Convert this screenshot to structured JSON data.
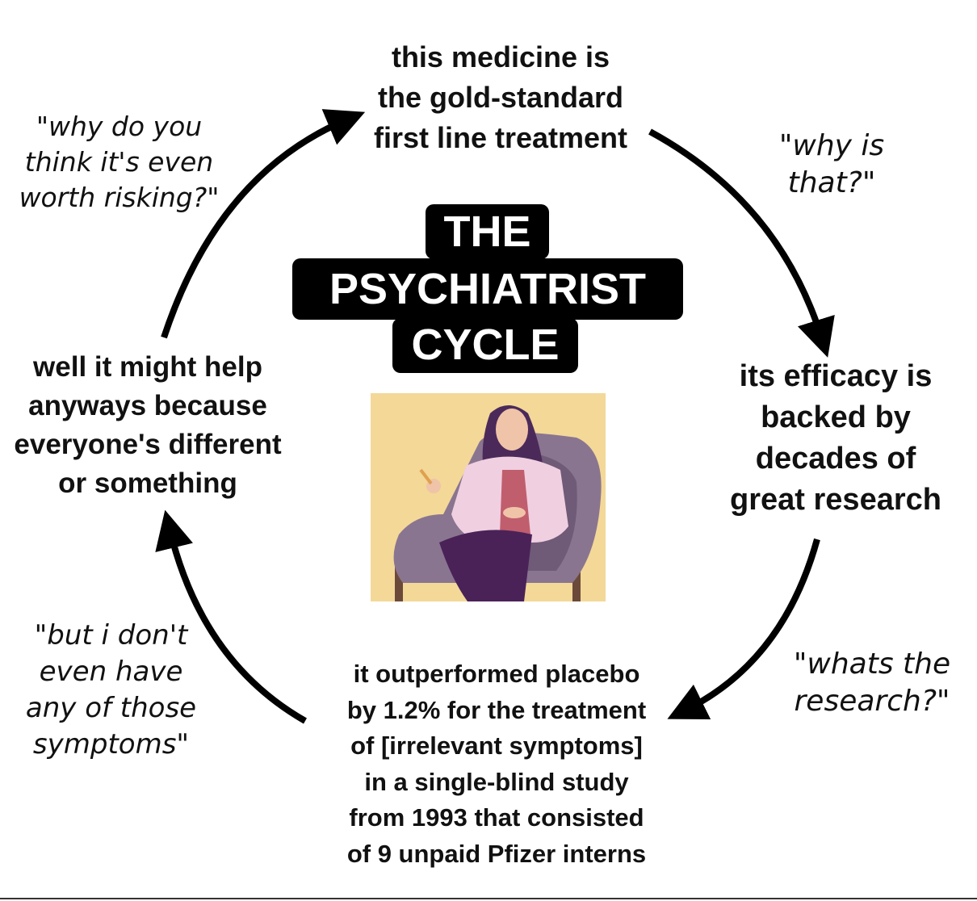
{
  "title": {
    "lines": [
      "THE",
      "PSYCHIATRIST",
      "CYCLE"
    ]
  },
  "statements": {
    "top": [
      "this medicine is",
      "the gold-standard",
      "first line treatment"
    ],
    "right": [
      "its efficacy is",
      "backed by",
      "decades of",
      "great research"
    ],
    "bottom": [
      "it outperformed placebo",
      "by 1.2% for the treatment",
      "of [irrelevant symptoms]",
      "in a single-blind study",
      "from 1993 that consisted",
      "of 9 unpaid Pfizer interns"
    ],
    "left": [
      "well it might help",
      "anyways because",
      "everyone's different",
      "or something"
    ]
  },
  "questions": {
    "top_right": [
      "\"why is",
      "that?\""
    ],
    "bottom_right": [
      "\"whats the",
      "research?\""
    ],
    "bottom_left": [
      "\"but i don't",
      "even have",
      "any of those",
      "symptoms\""
    ],
    "top_left": [
      "\"why do you",
      "think it's even",
      "worth risking?\""
    ]
  },
  "colors": {
    "arrow": "#000000",
    "illustration_bg": "#F3D898",
    "chair": "#8A7590",
    "coat": "#F0CFE0",
    "pants": "#4A2258",
    "hair": "#4B2A5A"
  }
}
